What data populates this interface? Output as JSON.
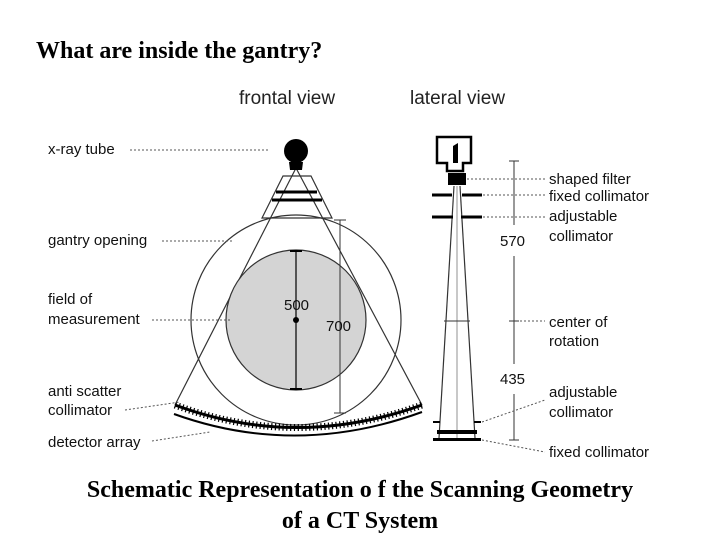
{
  "title": "What are inside the gantry?",
  "views": {
    "frontal": "frontal view",
    "lateral": "lateral view"
  },
  "left_labels": {
    "xray_tube": "x-ray tube",
    "gantry_opening": "gantry opening",
    "field_line1": "field of",
    "field_line2": "measurement",
    "anti_line1": "anti scatter",
    "anti_line2": "collimator",
    "detector": "detector array"
  },
  "dimensions": {
    "d500": "500",
    "d700": "700",
    "d570": "570",
    "d435": "435"
  },
  "right_labels": {
    "shaped_filter": "shaped filter",
    "fixed_collimator_top": "fixed collimator",
    "adj_line1": "adjustable",
    "adj_line2": "collimator",
    "center_line1": "center of",
    "center_line2": "rotation",
    "adj2_line1": "adjustable",
    "adj2_line2": "collimator",
    "fixed_collimator_bottom": "fixed collimator"
  },
  "caption": {
    "line1": "Schematic Representation o f the Scanning Geometry",
    "line2": "of a CT System"
  }
}
